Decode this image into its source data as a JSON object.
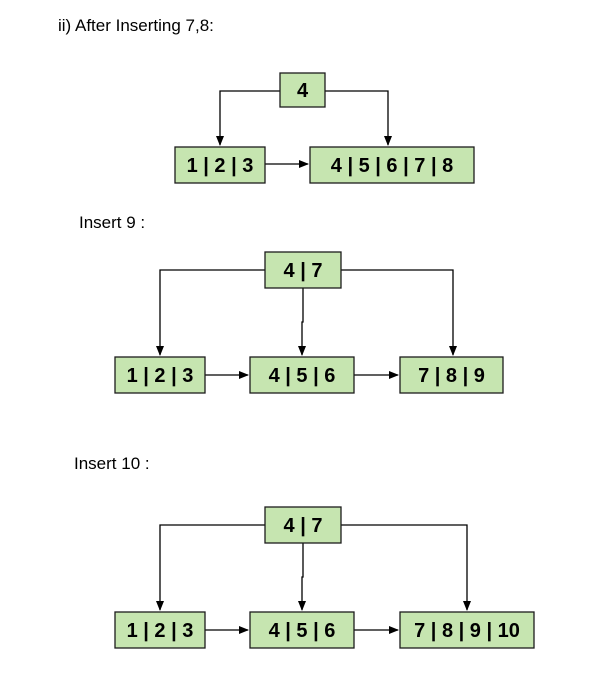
{
  "headings": {
    "first": "ii) After Inserting 7,8:",
    "second": "Insert 9 :",
    "third": "Insert 10 :"
  },
  "colors": {
    "node_fill": "#c6e5b0",
    "node_border": "#1c1c1c",
    "line": "#000000"
  },
  "diagrams": [
    {
      "root": "4",
      "leaves": [
        "1 | 2 | 3",
        "4 | 5 | 6 | 7 | 8"
      ]
    },
    {
      "root": "4 | 7",
      "leaves": [
        "1 | 2 | 3",
        "4 | 5 | 6",
        "7 | 8 | 9"
      ]
    },
    {
      "root": "4 | 7",
      "leaves": [
        "1 | 2 | 3",
        "4 | 5 | 6",
        "7 | 8 | 9 | 10"
      ]
    }
  ]
}
